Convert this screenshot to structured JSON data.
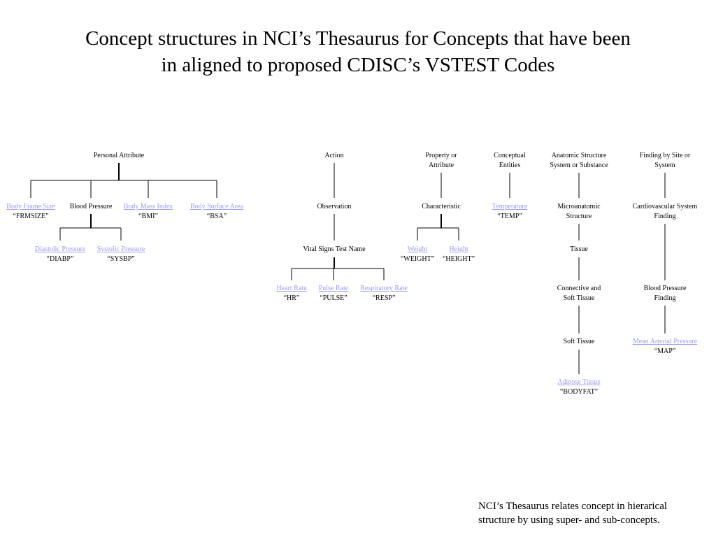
{
  "title": {
    "line1": "Concept structures in NCI’s Thesaurus for Concepts that have been",
    "line2": "in aligned to proposed CDISC’s VSTEST Codes"
  },
  "footnote": {
    "line1": "NCI’s Thesaurus relates concept in hierarical",
    "line2": "structure by using super- and sub-concepts."
  },
  "nodes": {
    "personal_attribute": {
      "label": "Personal Attribute"
    },
    "body_frame_size": {
      "label": "Body Frame Size",
      "code": "“FRMSIZE”"
    },
    "blood_pressure": {
      "label": "Blood Pressure"
    },
    "body_mass_index": {
      "label": "Body Mass Index",
      "code": "“BMI”"
    },
    "body_surface_area": {
      "label": "Body Surface Area",
      "code": "“BSA”"
    },
    "diastolic_pressure": {
      "label": "Diastolic Pressure",
      "code": "“DIABP”"
    },
    "systolic_pressure": {
      "label": "Systolic Pressure",
      "code": "“SYSBP”"
    },
    "action": {
      "label": "Action"
    },
    "observation": {
      "label": "Observation"
    },
    "vital_signs_test_name": {
      "label": "Vital Signs Test Name"
    },
    "heart_rate": {
      "label": "Heart Rate",
      "code": "“HR”"
    },
    "pulse_rate": {
      "label": "Pulse Rate",
      "code": "“PULSE”"
    },
    "respiratory_rate": {
      "label": "Respiratory Rate",
      "code": "“RESP”"
    },
    "property_or_attribute": {
      "label1": "Property or",
      "label2": "Attribute"
    },
    "characteristic": {
      "label": "Characteristic"
    },
    "weight": {
      "label": "Weight",
      "code": "“WEIGHT”"
    },
    "height": {
      "label": "Height",
      "code": "“HEIGHT”"
    },
    "conceptual_entities": {
      "label1": "Conceptual",
      "label2": "Entities"
    },
    "temperature": {
      "label": "Temperature",
      "code": "“TEMP”"
    },
    "anatomic_structure": {
      "label1": "Anatomic Structure",
      "label2": "System or Substance"
    },
    "microanatomic_structure": {
      "label1": "Microanatomic",
      "label2": "Structure"
    },
    "tissue": {
      "label": "Tissue"
    },
    "connective_soft_tissue": {
      "label1": "Connective and",
      "label2": "Soft Tissue"
    },
    "soft_tissue": {
      "label": "Soft Tissue"
    },
    "adipose_tissue": {
      "label": "Adipose Tissue",
      "code": "“BODYFAT”"
    },
    "finding_by_site": {
      "label1": "Finding by Site or",
      "label2": "System"
    },
    "cardiovascular_finding": {
      "label1": "Cardiovascular System",
      "label2": "Finding"
    },
    "blood_pressure_finding": {
      "label1": "Blood Pressure",
      "label2": "Finding"
    },
    "mean_arterial_pressure": {
      "label": "Mean Arterial Pressure",
      "code": "“MAP”"
    }
  }
}
